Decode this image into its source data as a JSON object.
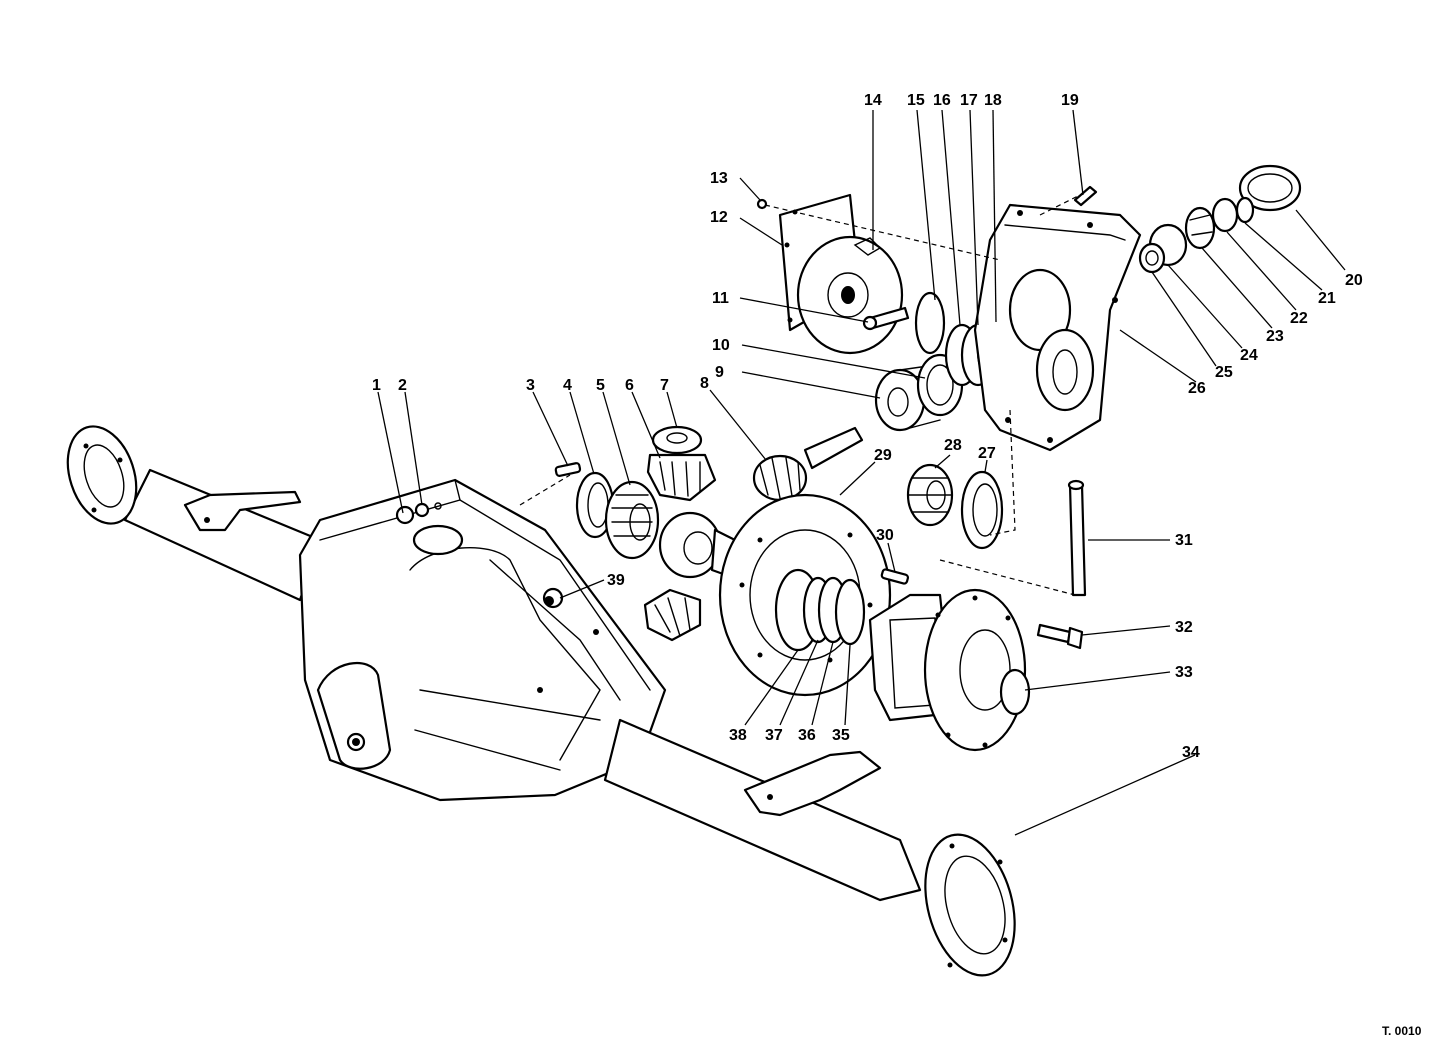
{
  "diagram": {
    "callouts": [
      {
        "label": "1"
      },
      {
        "label": "2"
      },
      {
        "label": "3"
      },
      {
        "label": "4"
      },
      {
        "label": "5"
      },
      {
        "label": "6"
      },
      {
        "label": "7"
      },
      {
        "label": "8"
      },
      {
        "label": "9"
      },
      {
        "label": "10"
      },
      {
        "label": "11"
      },
      {
        "label": "12"
      },
      {
        "label": "13"
      },
      {
        "label": "14"
      },
      {
        "label": "15"
      },
      {
        "label": "16"
      },
      {
        "label": "17"
      },
      {
        "label": "18"
      },
      {
        "label": "19"
      },
      {
        "label": "20"
      },
      {
        "label": "21"
      },
      {
        "label": "22"
      },
      {
        "label": "23"
      },
      {
        "label": "24"
      },
      {
        "label": "25"
      },
      {
        "label": "26"
      },
      {
        "label": "27"
      },
      {
        "label": "28"
      },
      {
        "label": "29"
      },
      {
        "label": "30"
      },
      {
        "label": "31"
      },
      {
        "label": "32"
      },
      {
        "label": "33"
      },
      {
        "label": "34"
      },
      {
        "label": "35"
      },
      {
        "label": "36"
      },
      {
        "label": "37"
      },
      {
        "label": "38"
      },
      {
        "label": "39"
      }
    ],
    "reference_code": "T. 0010"
  }
}
